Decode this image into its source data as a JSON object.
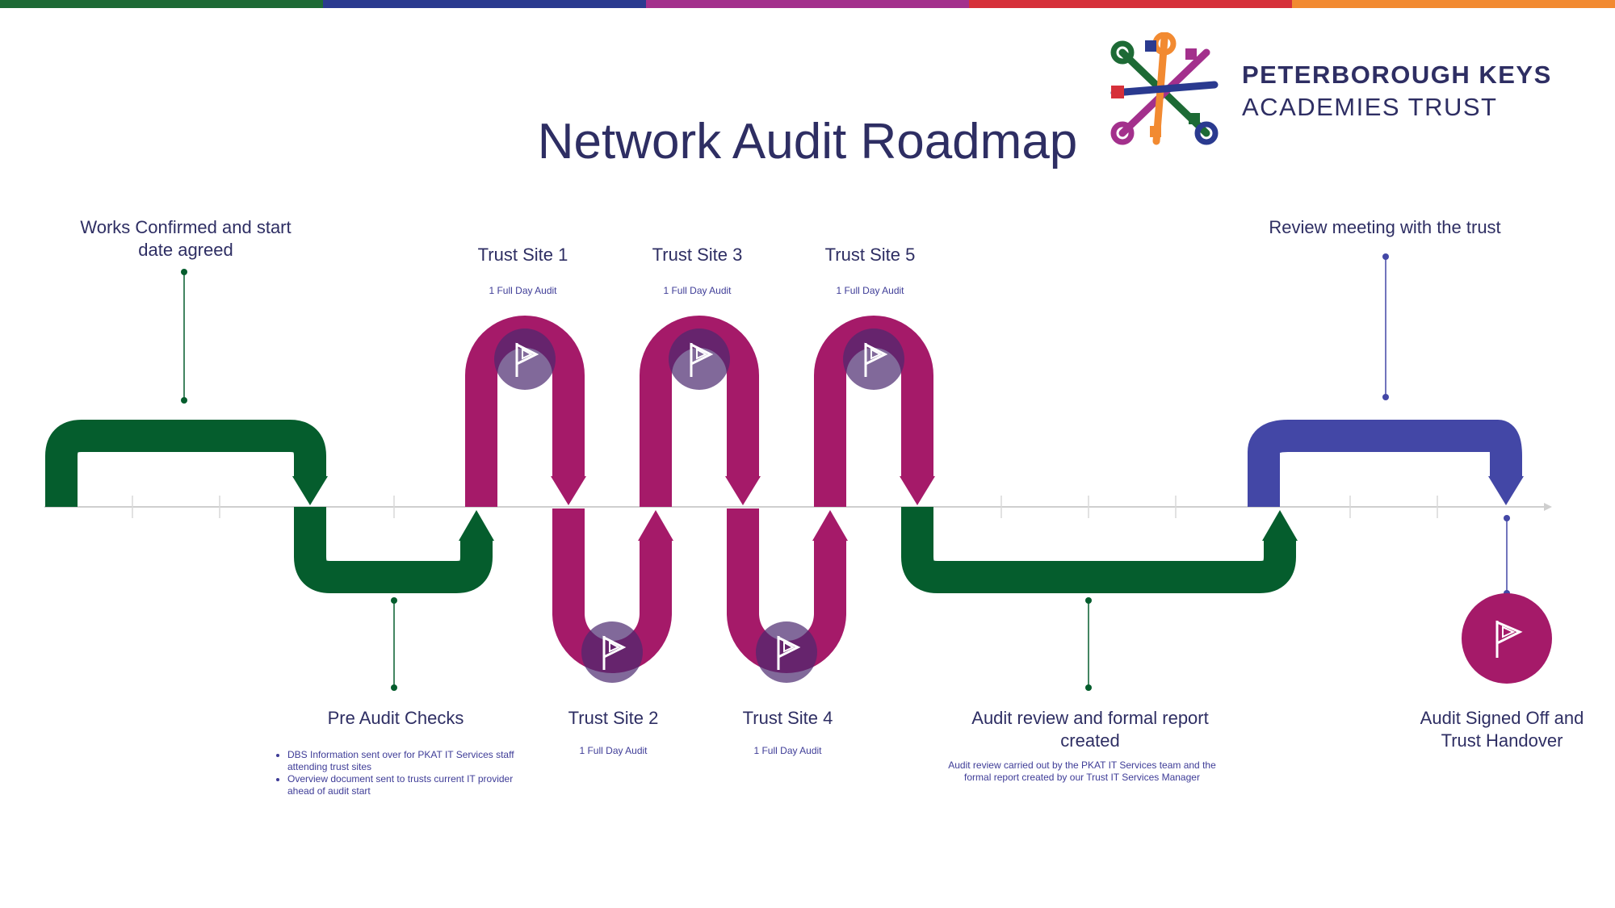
{
  "top_bar_colors": [
    "#1d6a35",
    "#2a3a8f",
    "#a3308c",
    "#d6303a",
    "#f28a31"
  ],
  "colors": {
    "green": "#055d2d",
    "magenta": "#a51a69",
    "indigo": "#4347a6",
    "flag_circle": "#4b2a6f",
    "title": "#2e2e63",
    "subtext": "#3e3c97"
  },
  "title": "Network Audit Roadmap",
  "logo": {
    "line1": "PETERBOROUGH KEYS",
    "line2": "ACADEMIES TRUST",
    "icon": "crossed-keys-logo"
  },
  "milestones": [
    {
      "id": "works-confirmed",
      "label": "Works Confirmed and start date agreed"
    },
    {
      "id": "pre-audit",
      "label": "Pre Audit Checks",
      "bullets": [
        "DBS Information sent over for PKAT IT Services staff attending trust sites",
        "Overview document sent to trusts current IT provider ahead of audit start"
      ]
    },
    {
      "id": "site-1",
      "label": "Trust Site 1",
      "sub": "1 Full Day Audit"
    },
    {
      "id": "site-2",
      "label": "Trust Site 2",
      "sub": "1 Full Day Audit"
    },
    {
      "id": "site-3",
      "label": "Trust Site 3",
      "sub": "1 Full Day Audit"
    },
    {
      "id": "site-4",
      "label": "Trust Site 4",
      "sub": "1 Full Day Audit"
    },
    {
      "id": "site-5",
      "label": "Trust Site 5",
      "sub": "1 Full Day Audit"
    },
    {
      "id": "audit-review",
      "label": "Audit review and formal report created",
      "desc": "Audit review carried out by the PKAT IT Services team and the formal report created by our Trust IT Services Manager"
    },
    {
      "id": "review-meeting",
      "label": "Review meeting with the trust"
    },
    {
      "id": "signed-off",
      "label": "Audit Signed Off and Trust Handover"
    }
  ]
}
